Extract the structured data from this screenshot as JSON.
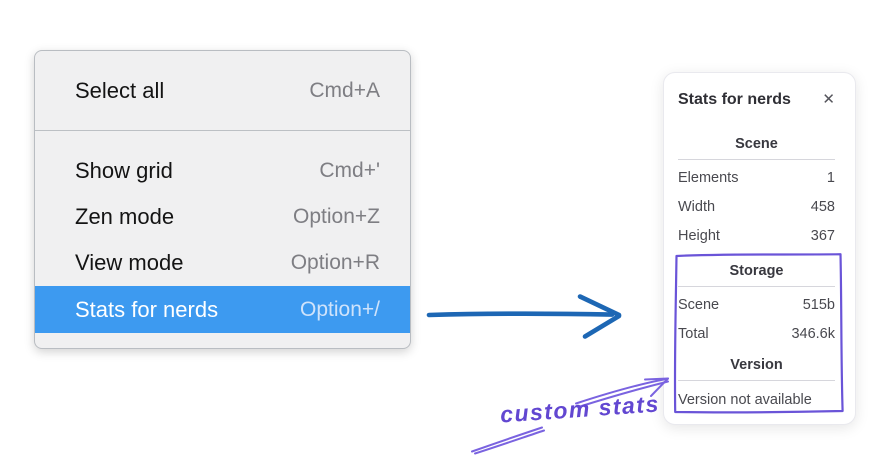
{
  "colors": {
    "menu_highlight_blue": "#3d9af0",
    "pointer_arrow_blue": "#1d67b4",
    "annotation_purple": "#6a54d8"
  },
  "menu": {
    "sections": [
      {
        "items": [
          {
            "label": "Select all",
            "shortcut": "Cmd+A"
          }
        ]
      },
      {
        "items": [
          {
            "label": "Show grid",
            "shortcut": "Cmd+'"
          },
          {
            "label": "Zen mode",
            "shortcut": "Option+Z"
          },
          {
            "label": "View mode",
            "shortcut": "Option+R"
          },
          {
            "label": "Stats for nerds",
            "shortcut": "Option+/"
          }
        ]
      }
    ]
  },
  "stats_panel": {
    "title": "Stats for nerds",
    "close_icon": "✕",
    "scene_section": {
      "header": "Scene",
      "rows": [
        {
          "label": "Elements",
          "value": "1"
        },
        {
          "label": "Width",
          "value": "458"
        },
        {
          "label": "Height",
          "value": "367"
        }
      ]
    },
    "storage_section": {
      "header": "Storage",
      "rows": [
        {
          "label": "Scene",
          "value": "515b"
        },
        {
          "label": "Total",
          "value": "346.6k"
        }
      ]
    },
    "version_section": {
      "header": "Version",
      "note": "Version not available"
    }
  },
  "annotation": {
    "label": "custom stats"
  }
}
